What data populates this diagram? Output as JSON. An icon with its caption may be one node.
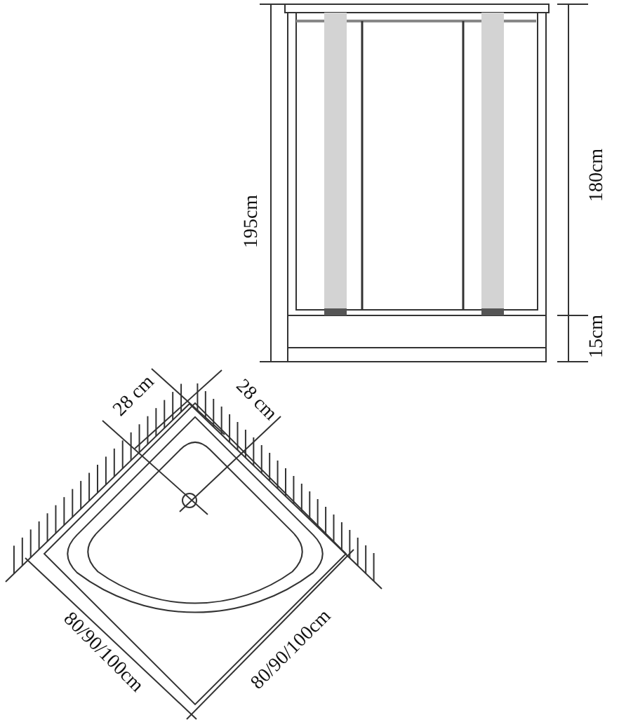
{
  "diagram": {
    "labels": [
      "195cm",
      "180cm",
      "15cm",
      "28 cm",
      "28 cm",
      "80/90/100cm",
      "80/90/100cm"
    ]
  }
}
